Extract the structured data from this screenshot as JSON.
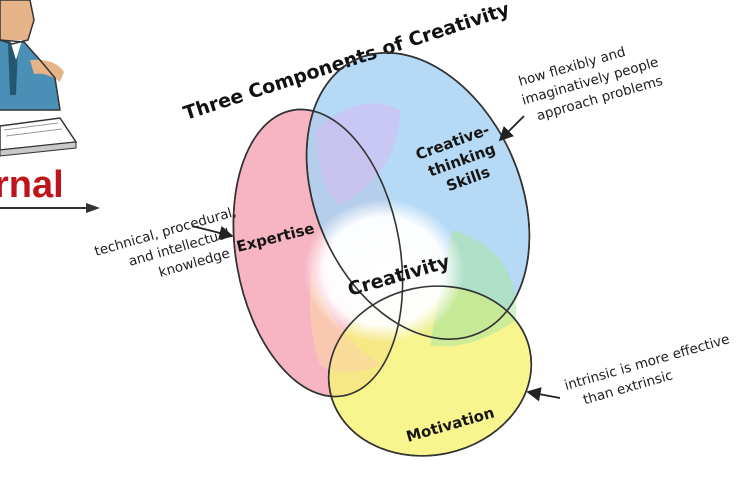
{
  "title": "Three Components of Creativity",
  "side_word": "rnal",
  "circles": {
    "expertise": {
      "label": "Expertise",
      "color": "#f6a8b8"
    },
    "creative_thinking": {
      "label_lines": [
        "Creative-",
        "thinking",
        "Skills"
      ],
      "color": "#a9d4f5"
    },
    "motivation": {
      "label": "Motivation",
      "color": "#f7f27a"
    },
    "center": {
      "label": "Creativity"
    }
  },
  "annotations": {
    "expertise_note": [
      "technical, procedural,",
      "and intellectual",
      "knowledge"
    ],
    "creative_note": [
      "how flexibly and",
      "imaginatively people",
      "approach problems"
    ],
    "motivation_note": [
      "intrinsic is more effective",
      "than extrinsic"
    ]
  }
}
